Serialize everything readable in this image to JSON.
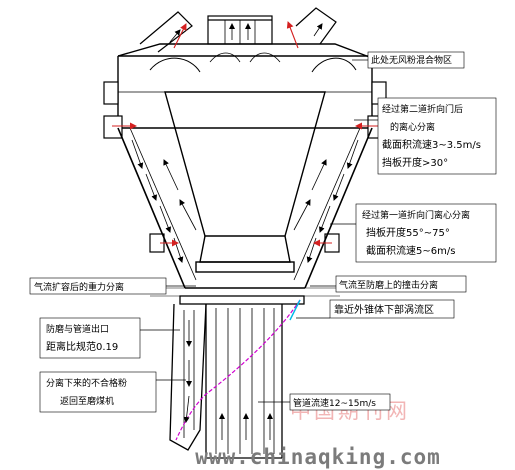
{
  "diagram": {
    "annotations": [
      {
        "id": "mix-zone",
        "lines": [
          "此处无风粉混合物区"
        ]
      },
      {
        "id": "second-guide",
        "lines": [
          "经过第二道折向门后",
          "的离心分离",
          "截面积流速3~3.5m/s",
          "挡板开度>30°"
        ]
      },
      {
        "id": "first-guide",
        "lines": [
          "经过第一道折向门离心分离",
          "挡板开度55°~75°",
          "截面积流速5~6m/s"
        ]
      },
      {
        "id": "gravity-sep",
        "lines": [
          "气流扩容后的重力分离"
        ]
      },
      {
        "id": "impact-sep",
        "lines": [
          "气流至防磨上的撞击分离"
        ]
      },
      {
        "id": "vortex",
        "lines": [
          "靠近外锥体下部涡流区"
        ]
      },
      {
        "id": "wear-ratio",
        "lines": [
          "防磨与管道出口",
          "距离比规范0.19"
        ]
      },
      {
        "id": "return-coarse",
        "lines": [
          "分离下来的不合格粉",
          "返回至磨煤机"
        ]
      },
      {
        "id": "pipe-velocity",
        "lines": [
          "管道流速12~15m/s"
        ]
      }
    ]
  },
  "watermark": {
    "site_cn": "中国期刊网",
    "site_url": "www.chinaqking.com"
  },
  "colors": {
    "line": "#000000",
    "red_arrow": "#d42020",
    "magenta": "#d000d0",
    "cyan": "#00b8e8",
    "watermark_cn": "#f2b5b5",
    "watermark_url": "#7b7b7b"
  }
}
